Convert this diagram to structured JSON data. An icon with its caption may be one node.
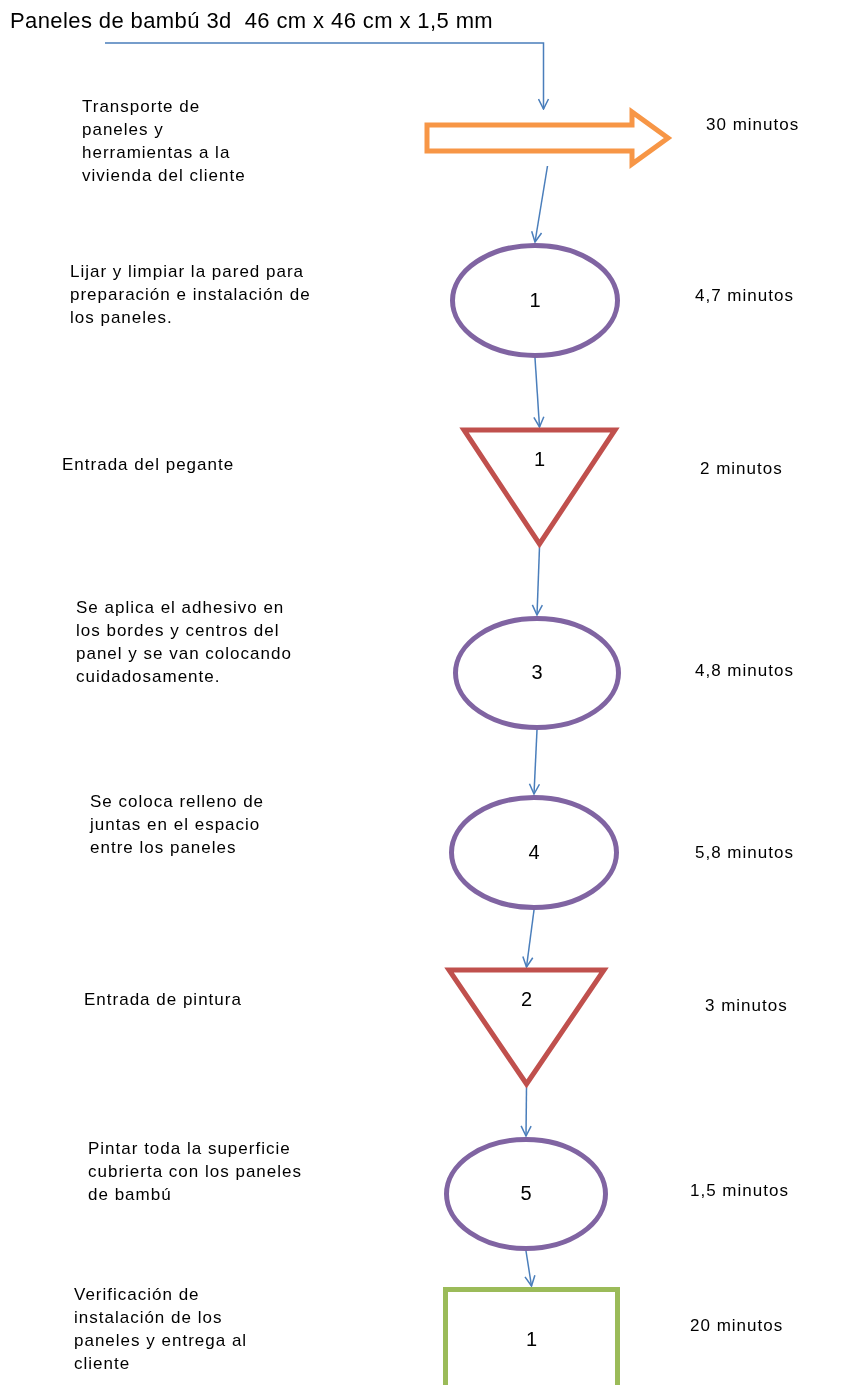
{
  "diagram": {
    "nodes": [
      {
        "text": [
          "Paneles de bambú 3d  46 cm x 46 cm x 1,5 mm"
        ]
      },
      {
        "text": [],
        "shape": "arrow"
      },
      {
        "text": [
          "1"
        ]
      },
      {
        "text": [
          "1"
        ]
      },
      {
        "text": [
          "3"
        ]
      },
      {
        "text": [
          "4"
        ]
      },
      {
        "text": [
          "2"
        ]
      },
      {
        "text": [
          "5"
        ]
      },
      {
        "text": [
          "1"
        ]
      }
    ],
    "edges": [
      {
        "from": 0,
        "to": 1,
        "arrow": "to"
      },
      {
        "from": 1,
        "to": 2,
        "arrow": "to"
      },
      {
        "from": 2,
        "to": 3,
        "arrow": "to"
      },
      {
        "from": 3,
        "to": 4,
        "arrow": "to"
      },
      {
        "from": 4,
        "to": 5,
        "arrow": "to"
      },
      {
        "from": 5,
        "to": 6,
        "arrow": "to"
      },
      {
        "from": 6,
        "to": 7,
        "arrow": "to"
      },
      {
        "from": 7,
        "to": 8,
        "arrow": "to"
      }
    ],
    "labels": [
      "Transporte de paneles y herramientas a la vivienda del cliente",
      "30 minutos",
      "Lijar y limpiar la pared para preparación e instalación de los paneles.",
      "4,7 minutos",
      "Entrada del pegante",
      "2 minutos",
      "Se aplica el adhesivo en los bordes y centros del panel y se van colocando cuidadosamente.",
      "4,8 minutos",
      "Se coloca relleno de juntas en el espacio entre los paneles",
      "5,8 minutos",
      "Entrada de pintura",
      "3 minutos",
      "Pintar toda la superficie cubrierta con los paneles de bambú",
      "1,5 minutos",
      "Verificación de instalación de los paneles y entrega al cliente",
      "20 minutos"
    ]
  }
}
